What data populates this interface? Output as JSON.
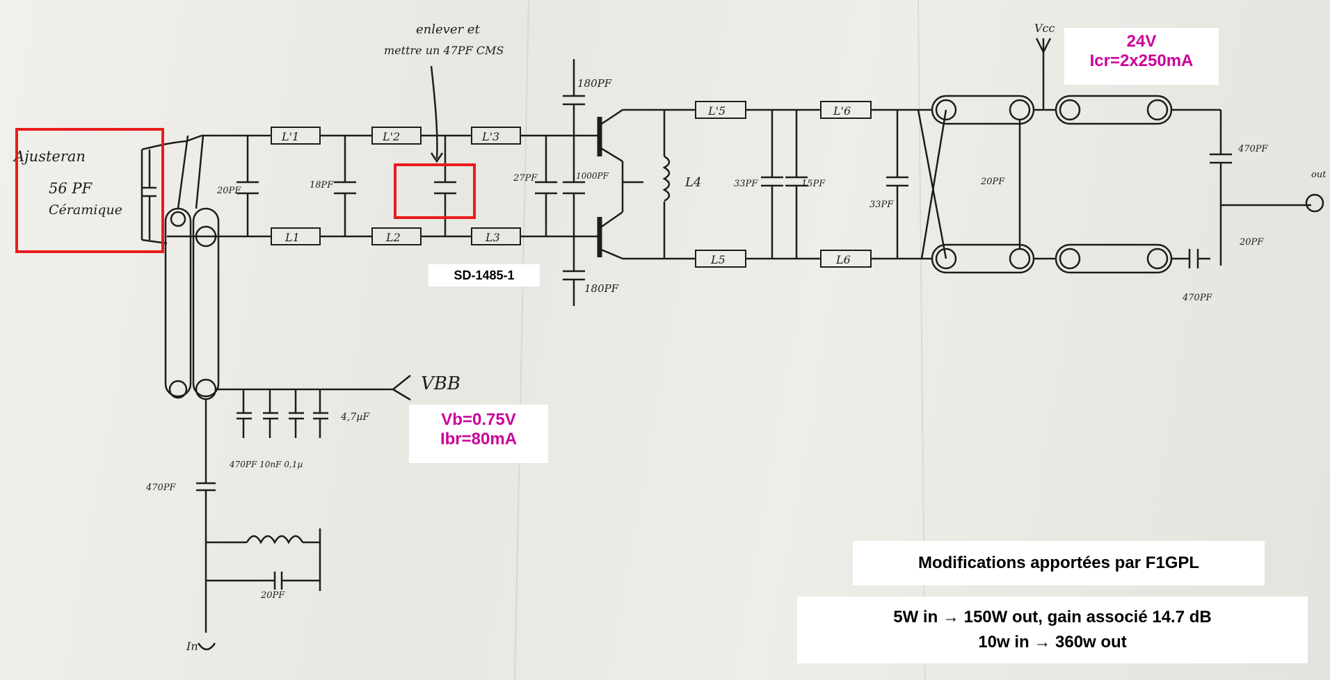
{
  "colors": {
    "paper": "#e9e8e3",
    "ink": "#1c1c1c",
    "highlight_box": "#e81c1c",
    "bias_text": "#cc0099",
    "note_text": "#000000"
  },
  "handwritten": {
    "trimmer_note": [
      "Ajusteran",
      "56 PF",
      "Céramique"
    ],
    "removal_note": [
      "enlever et",
      "mettre un 47PF CMS"
    ],
    "vcc": "Vcc",
    "vbb": "VBB",
    "in": "In",
    "out": "out",
    "c180_top": "180PF",
    "c180_bot": "180PF",
    "c_trim_input": "20PF",
    "c_18pf": "18PF",
    "c_27pf": "27PF",
    "c_1000pf": "1000PF",
    "c_33pf_a": "33PF",
    "c_15pf": "15PF",
    "c_33pf_b": "33PF",
    "c_trim_balun": "20PF",
    "c_470pf_top": "470PF",
    "c_trim_out": "20PF",
    "c_470pf_bot": "470PF",
    "c_470pf_in": "470PF",
    "c_trim_in": "20PF",
    "bias_caps": "470PF  10nF  0,1µ",
    "bias_elec": "4,7µF",
    "l1p": "L'1",
    "l2p": "L'2",
    "l3p": "L'3",
    "l1": "L1",
    "l2": "L2",
    "l3": "L3",
    "l4": "L4",
    "l5p": "L'5",
    "l6p": "L'6",
    "l5": "L5",
    "l6": "L6"
  },
  "annotations": {
    "transistor": "SD-1485-1",
    "vcc_info": [
      "24V",
      "Icr=2x250mA"
    ],
    "bias_info": [
      "Vb=0.75V",
      "Ibr=80mA"
    ],
    "credit": "Modifications apportées par F1GPL",
    "performance": [
      "5W in → 150W out, gain associé 14.7 dB",
      "10w in → 360w out"
    ]
  }
}
